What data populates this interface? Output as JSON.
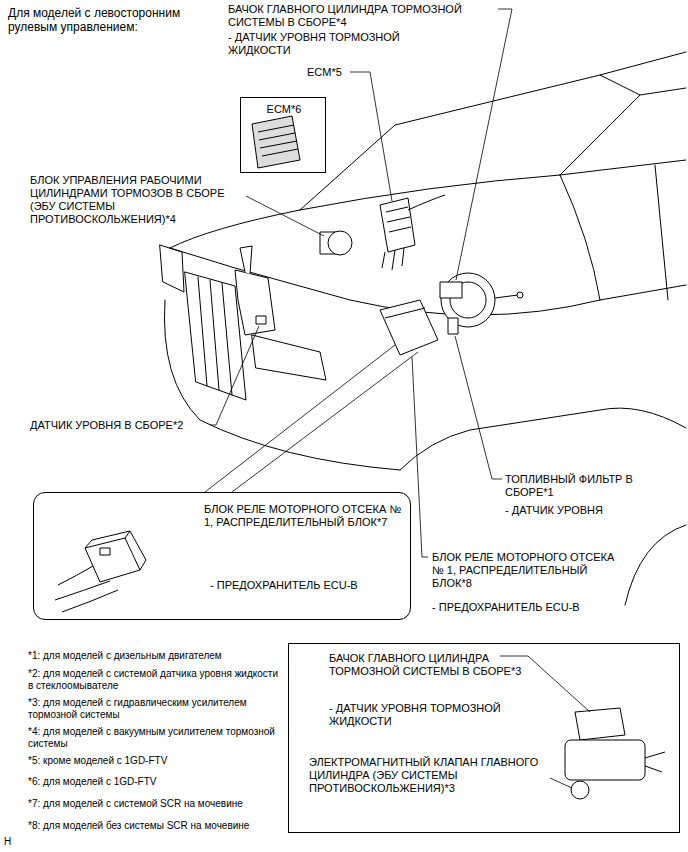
{
  "diagram": {
    "title": "Для моделей с левосторонним рулевым управлением:",
    "nodes": [
      {
        "text": [
          "ECM*6"
        ]
      },
      {
        "text": [
          "БЛОК РЕЛЕ МОТОРНОГО ОТСЕКА № 1, РАСПРЕДЕЛИТЕЛЬНЫЙ БЛОК*7",
          "- ПРЕДОХРАНИТЕЛЬ ECU-B"
        ]
      },
      {
        "text": [
          "БАЧОК ГЛАВНОГО ЦИЛИНДРА ТОРМОЗНОЙ СИСТЕМЫ В СБОРЕ*3",
          "- ДАТЧИК УРОВНЯ ТОРМОЗНОЙ ЖИДКОСТИ",
          "ЭЛЕКТРОМАГНИТНЫЙ КЛАПАН ГЛАВНОГО ЦИЛИНДРА (ЭБУ СИСТЕМЫ ПРОТИВОСКОЛЬЖЕНИЯ)*3"
        ]
      }
    ],
    "labels": [
      "БАЧОК ГЛАВНОГО ЦИЛИНДРА ТОРМОЗНОЙ СИСТЕМЫ В СБОРЕ*4",
      "- ДАТЧИК УРОВНЯ ТОРМОЗНОЙ ЖИДКОСТИ",
      "ECM*5",
      "БЛОК УПРАВЛЕНИЯ РАБОЧИМИ ЦИЛИНДРАМИ ТОРМОЗОВ В СБОРЕ (ЭБУ СИСТЕМЫ ПРОТИВОСКОЛЬЖЕНИЯ)*4",
      "ДАТЧИК УРОВНЯ В СБОРЕ*2",
      "ТОПЛИВНЫЙ ФИЛЬТР В СБОРЕ*1",
      "- ДАТЧИК УРОВНЯ",
      "БЛОК РЕЛЕ МОТОРНОГО ОТСЕКА № 1, РАСПРЕДЕЛИТЕЛЬНЫЙ БЛОК*8",
      "- ПРЕДОХРАНИТЕЛЬ ECU-B",
      "*1: для моделей с дизельным двигателем",
      "*2: для моделей с системой датчика уровня жидкости в стеклоомывателе",
      "*3: для моделей с гидравлическим усилителем тормозной системы",
      "*4: для моделей с вакуумным усилителем тормозной системы",
      "*5: кроме моделей с 1GD-FTV",
      "*6: для моделей с 1GD-FTV",
      "*7: для моделей с системой SCR на мочевине",
      "*8: для моделей без системы SCR на мочевине",
      "H"
    ]
  }
}
